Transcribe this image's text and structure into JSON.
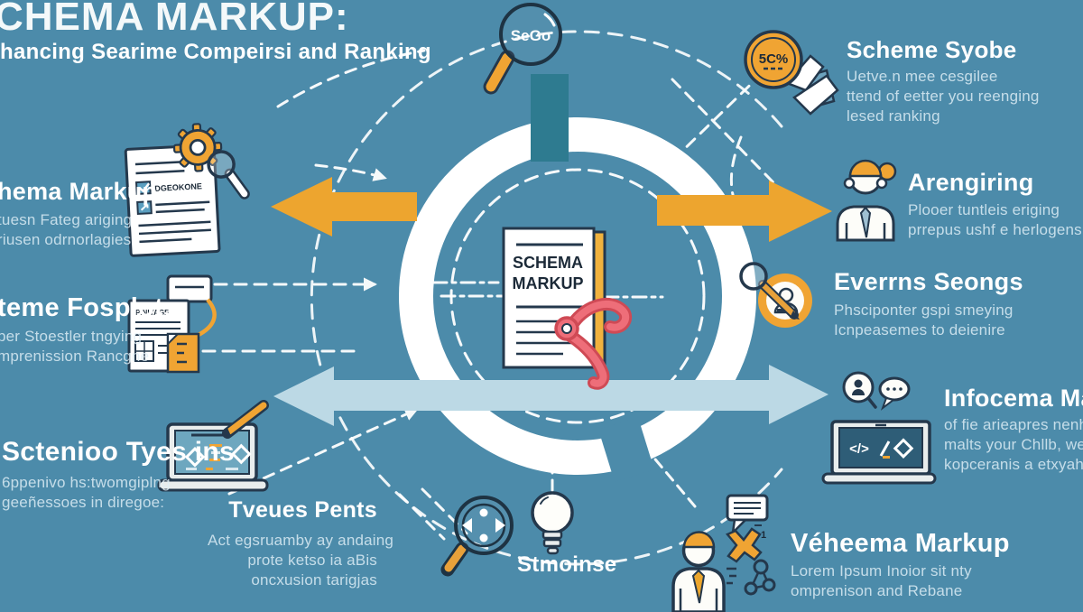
{
  "colors": {
    "background": "#4c8baa",
    "accent_orange": "#f0a433",
    "accent_red": "#ee6e79",
    "light_blue_arrow": "#bcd9e5",
    "dark_teal": "#2e7b90",
    "outline_navy": "#24384c",
    "white": "#ffffff"
  },
  "header": {
    "title": "CHEMA MARKUP:",
    "subtitle": "hancing Searime Compeirsi and Ranking"
  },
  "center_document": {
    "line1": "SCHEMA",
    "line2": "MARKUP",
    "icon": "schema-document-icon"
  },
  "hub_labels": {
    "sego": "SeGo",
    "badge": "5C%"
  },
  "left_items": [
    {
      "title": "hema Markup",
      "desc_lines": [
        "tuesn Fateg ariging",
        "riusen odrnorlagies"
      ],
      "icon": "document-gear-magnifier-icon",
      "doc_label": "DGEOKONE"
    },
    {
      "title": "teme Fosplots",
      "desc_lines": [
        "per Stoestler tngying",
        "mprenission Rancgne"
      ],
      "icon": "document-chat-icon",
      "doc_label": "PINIYAGE"
    },
    {
      "title": "Sctenioo Tyes ins",
      "desc_lines": [
        "6ppenivo hs:twomgiplng",
        "geeñessoes in diregoe:"
      ],
      "icon": "laptop-pencil-icon"
    }
  ],
  "right_items": [
    {
      "title": "Scheme Syobe",
      "desc_lines": [
        "Uetve.n mee cesgilee",
        "ttend of eetter you reenging",
        "lesed ranking"
      ],
      "icon": "percent-badge-icon"
    },
    {
      "title": "Arengiring",
      "desc_lines": [
        "Plooer tuntleis eriging",
        "prrepus ushf e herlogens"
      ],
      "icon": "headset-person-icon"
    },
    {
      "title": "Everrns Seongs",
      "desc_lines": [
        "Phsciponter gspi smeying",
        "Icnpeasemes to deienire"
      ],
      "icon": "person-search-circle-icon"
    },
    {
      "title": "Infocema Markup",
      "desc_lines": [
        "of fie arieapres nenhnt",
        "malts your Chllb, wenls",
        "kopceranis a etxyah tnge"
      ],
      "icon": "code-laptop-icon"
    },
    {
      "title": "Véheema Markup",
      "desc_lines": [
        "Lorem Ipsum Inoior sit nty",
        "omprenison and Rebane"
      ],
      "icon": "person-network-icon"
    }
  ],
  "bottom_items": {
    "tveues": {
      "title": "Tveues Pents",
      "desc_lines": [
        "Act egsruamby ay andaing",
        "prote ketso ia aBis",
        "oncxusion tarigjas"
      ]
    },
    "stmoinse": {
      "label": "Stmoinse",
      "icons": [
        "magnifier-arrows-icon",
        "lightbulb-icon"
      ]
    }
  }
}
